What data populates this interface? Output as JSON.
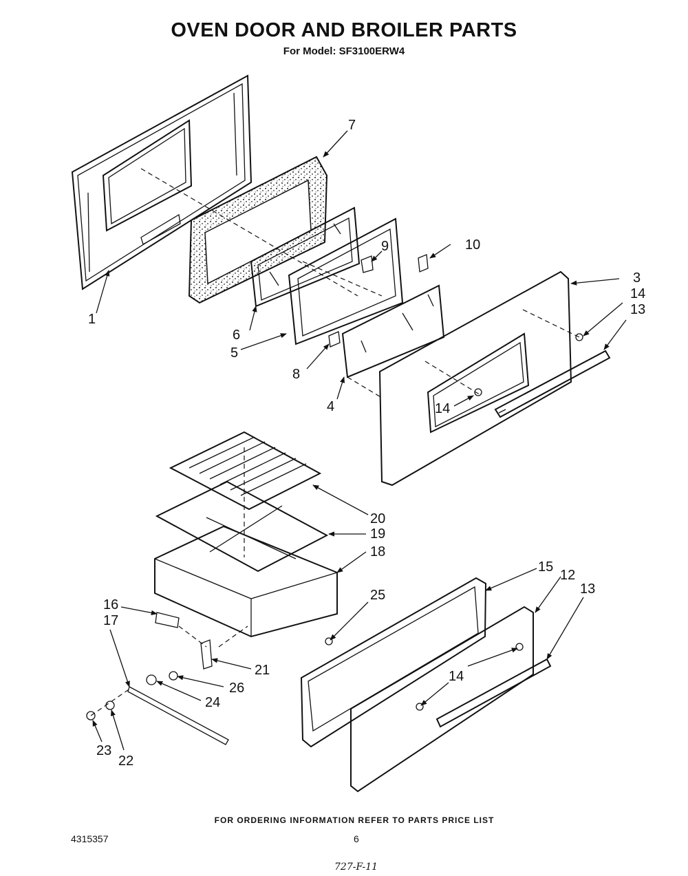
{
  "header": {
    "title": "OVEN DOOR AND BROILER PARTS",
    "subtitle": "For Model: SF3100ERW4"
  },
  "callouts": [
    "1",
    "3",
    "4",
    "5",
    "6",
    "7",
    "8",
    "9",
    "10",
    "13",
    "14",
    "14",
    "13",
    "14",
    "15",
    "12",
    "13",
    "14",
    "16",
    "17",
    "18",
    "19",
    "20",
    "21",
    "22",
    "23",
    "24",
    "25",
    "26"
  ],
  "footer": {
    "note": "FOR ORDERING INFORMATION REFER TO PARTS PRICE LIST",
    "doc_number": "4315357",
    "page_number": "6",
    "handwritten_code": "727-F-11"
  }
}
